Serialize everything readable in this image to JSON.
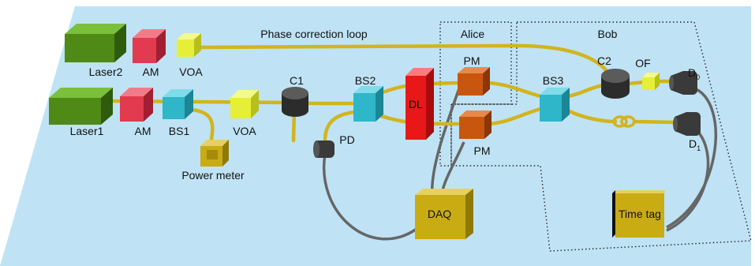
{
  "colors": {
    "table": "#bfe3f5",
    "fiber": "#d2b41e",
    "laser": "#4f8a16",
    "am": "#e23a4e",
    "voa": "#e6ef38",
    "bs": "#2fb6c8",
    "dl": "#e81818",
    "pm": "#c8560f",
    "device": "#c9ab14",
    "detector": "#3a3a3a",
    "cable": "#666666"
  },
  "labels": {
    "loop": "Phase correction loop",
    "alice": "Alice",
    "bob": "Bob",
    "laser2": "Laser2",
    "laser1": "Laser1",
    "am_top": "AM",
    "am_bottom": "AM",
    "voa_top": "VOA",
    "voa_bottom": "VOA",
    "bs1": "BS1",
    "bs2": "BS2",
    "bs3": "BS3",
    "c1": "C1",
    "c2": "C2",
    "of": "OF",
    "dl": "DL",
    "pm_top": "PM",
    "pm_bottom": "PM",
    "pd": "PD",
    "power_meter": "Power meter",
    "daq": "DAQ",
    "time_tag": "Time tag",
    "d0_base": "D",
    "d0_sub": "0",
    "d1_base": "D",
    "d1_sub": "1"
  }
}
